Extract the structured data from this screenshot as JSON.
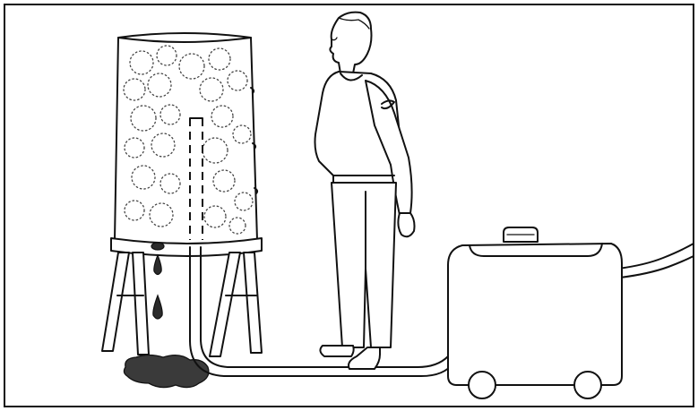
{
  "illustration": {
    "kind": "line-drawing",
    "objects": [
      "barrel-on-stand",
      "leaking-drops",
      "spill-puddle",
      "worker",
      "hose",
      "pump-cart"
    ]
  }
}
